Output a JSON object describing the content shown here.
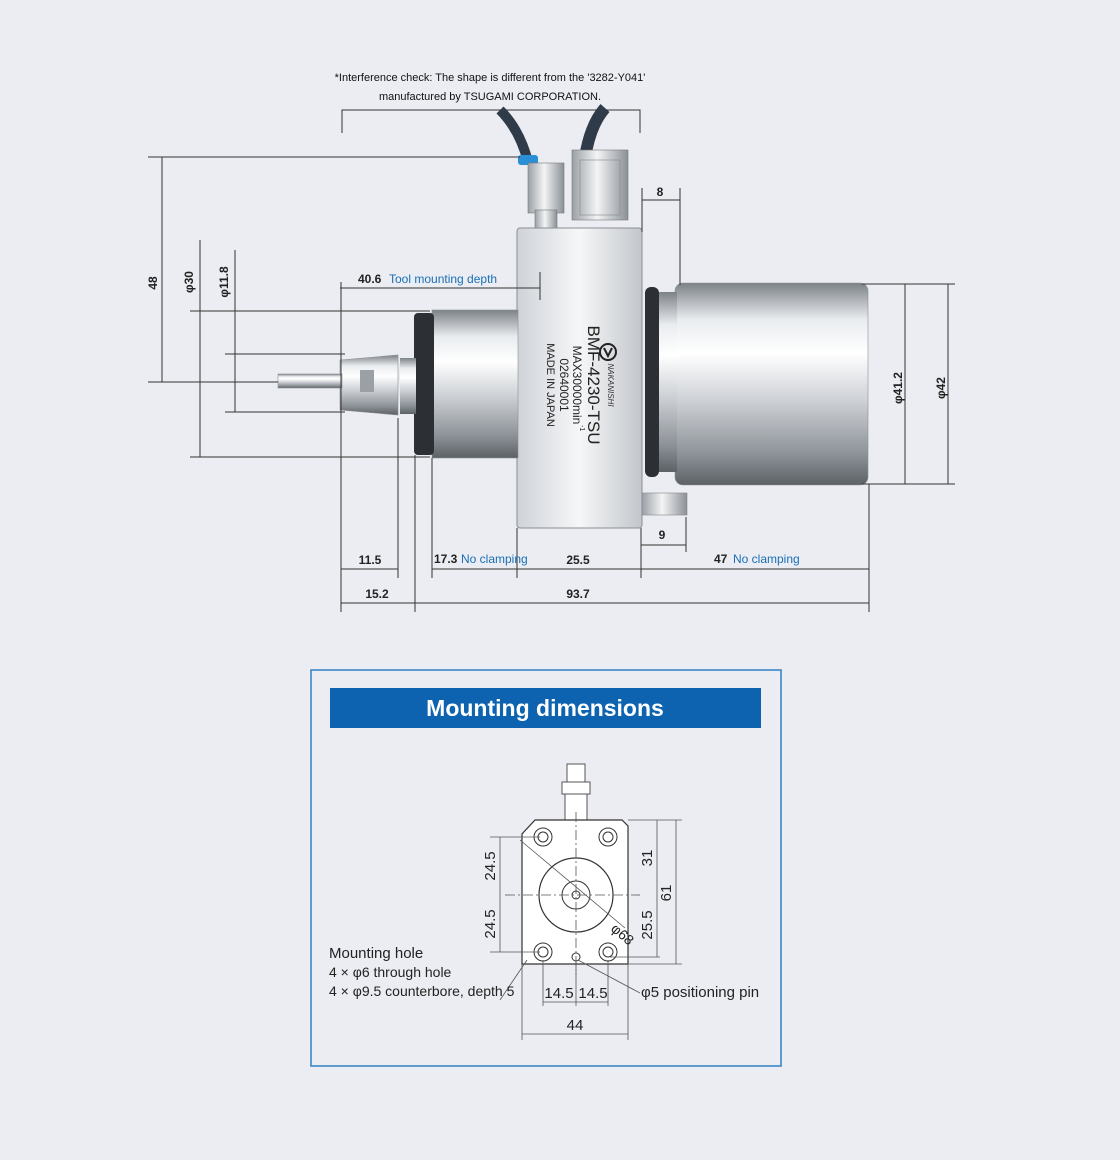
{
  "interference_note": {
    "line1": "*Interference check: The shape is different from the '3282-Y041'",
    "line2": "manufactured by TSUGAMI CORPORATION."
  },
  "spindle": {
    "brand": "NAKANISHI",
    "model": "BMF-4230-TSU",
    "max_speed": "MAX30000min",
    "max_speed_unit_exp": "-1",
    "serial": "02640001",
    "origin": "MADE IN JAPAN"
  },
  "side_view_dimensions": {
    "height_48": "48",
    "dia_30": "φ30",
    "dia_11_8": "φ11.8",
    "tool_depth_value": "40.6",
    "tool_depth_label": "Tool mounting depth",
    "top_8": "8",
    "dia_41_2": "φ41.2",
    "dia_42": "φ42",
    "len_11_5": "11.5",
    "len_17_3": "17.3",
    "no_clamping_1": "No clamping",
    "len_25_5": "25.5",
    "len_9": "9",
    "len_47": "47",
    "no_clamping_2": "No clamping",
    "len_15_2": "15.2",
    "len_93_7": "93.7"
  },
  "mounting": {
    "title": "Mounting dimensions",
    "dim_24_5_top": "24.5",
    "dim_24_5_bottom": "24.5",
    "dim_31": "31",
    "dim_61": "61",
    "dim_25_5": "25.5",
    "dim_phi68": "φ68",
    "dim_14_5_left": "14.5",
    "dim_14_5_right": "14.5",
    "dim_44": "44",
    "hole_title": "Mounting hole",
    "hole_line1": "4 × φ6 through hole",
    "hole_line2": "4 × φ9.5 counterbore, depth 5",
    "pin_label": "φ5 positioning pin"
  },
  "colors": {
    "background": "#ebedf2",
    "title_bar": "#0d63b0",
    "frame": "#2f80c4",
    "accent_text": "#1a6fb6"
  }
}
